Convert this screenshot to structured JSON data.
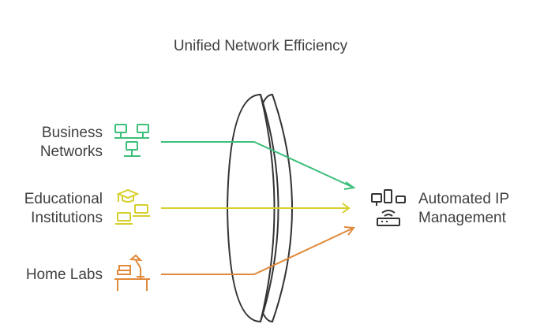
{
  "title": "Unified Network Efficiency",
  "inputs": [
    {
      "line1": "Business",
      "line2": "Networks",
      "icon": "networked-computers-icon",
      "color": "#3dbf7a"
    },
    {
      "line1": "Educational",
      "line2": "Institutions",
      "icon": "graduation-laptops-icon",
      "color": "#d6cf2c"
    },
    {
      "line1": "Home Labs",
      "line2": "",
      "icon": "desk-lamp-icon",
      "color": "#e0893a"
    }
  ],
  "output": {
    "line1": "Automated IP",
    "line2": "Management",
    "icon": "router-devices-icon"
  },
  "colors": {
    "lens": "#333333",
    "text": "#404040"
  }
}
